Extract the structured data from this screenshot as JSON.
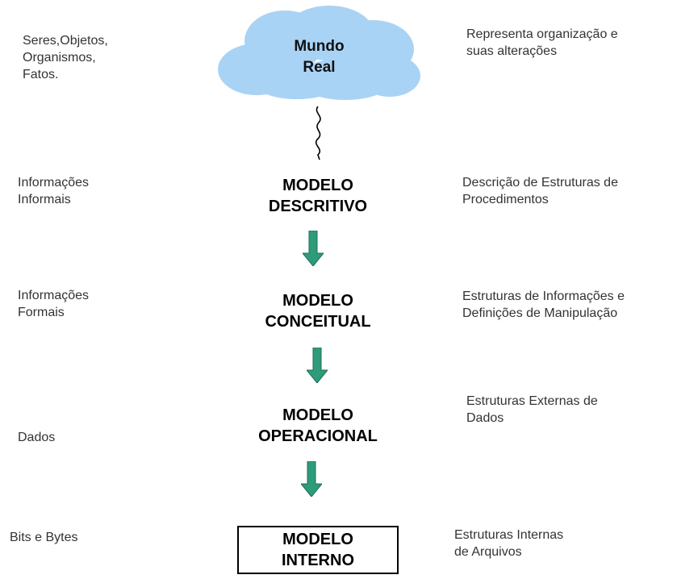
{
  "cloud": {
    "label": "Mundo\nReal",
    "fill": "#a9d3f5",
    "stroke": "#6fa9d8"
  },
  "rows": [
    {
      "left": "Seres,Objetos,\nOrganismos,\nFatos.",
      "right": "Representa organização e\nsuas alterações"
    },
    {
      "left": "Informações\nInformais",
      "model": "MODELO\nDESCRITIVO",
      "right": "Descrição de Estruturas de\nProcedimentos"
    },
    {
      "left": "Informações\nFormais",
      "model": "MODELO\nCONCEITUAL",
      "right": "Estruturas de Informações e\nDefinições de Manipulação"
    },
    {
      "left": "Dados",
      "model": "MODELO\nOPERACIONAL",
      "right": "Estruturas Externas de\nDados"
    },
    {
      "left": "Bits e  Bytes",
      "model": "MODELO\nINTERNO",
      "right": "Estruturas Internas\nde Arquivos"
    }
  ],
  "arrow_color": "#2e9b7a"
}
